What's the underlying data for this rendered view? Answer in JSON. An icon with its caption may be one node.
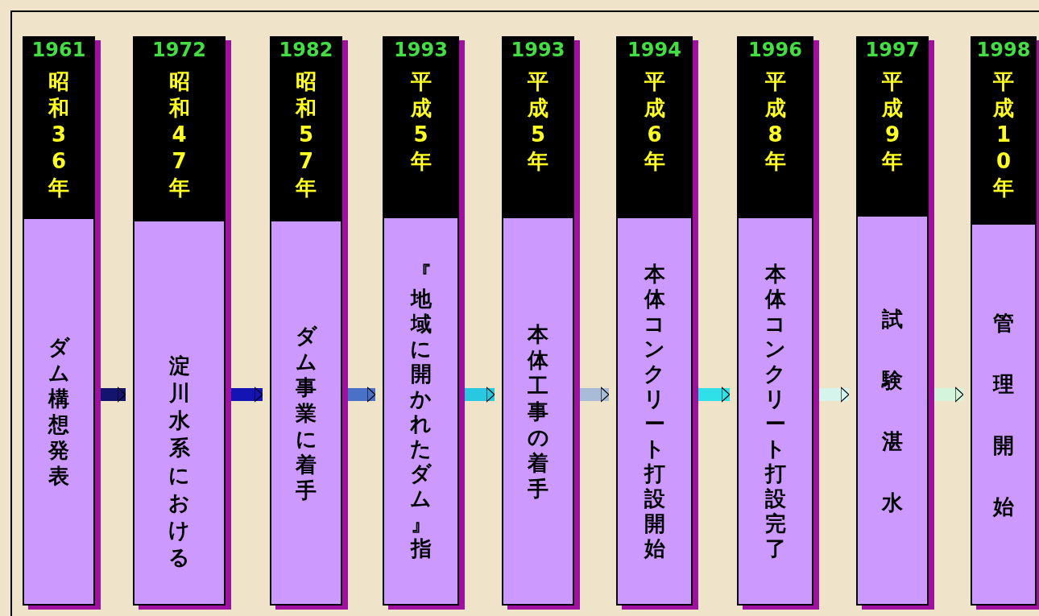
{
  "diagram": {
    "nodes": [
      {
        "text": [
          "1961",
          "昭和36年",
          "ダム構想発表"
        ]
      },
      {
        "text": [
          "1972",
          "昭和47年",
          "淀川水系における"
        ]
      },
      {
        "text": [
          "1982",
          "昭和57年",
          "ダム事業に着手"
        ]
      },
      {
        "text": [
          "1993",
          "平成5年",
          "『地域に開かれたダム』指"
        ]
      },
      {
        "text": [
          "1993",
          "平成5年",
          "本体工事の着手"
        ]
      },
      {
        "text": [
          "1994",
          "平成6年",
          "本体コンクリート打設開始"
        ]
      },
      {
        "text": [
          "1996",
          "平成8年",
          "本体コンクリート打設完了"
        ]
      },
      {
        "text": [
          "1997",
          "平成9年",
          "試験湛水"
        ]
      },
      {
        "text": [
          "1998",
          "平成10年",
          "管理開始"
        ]
      }
    ],
    "edges": [
      {
        "from": 0,
        "to": 1,
        "arrow": "to",
        "color": "#14146e"
      },
      {
        "from": 1,
        "to": 2,
        "arrow": "to",
        "color": "#1414b4"
      },
      {
        "from": 2,
        "to": 3,
        "arrow": "to",
        "color": "#4a70c8"
      },
      {
        "from": 3,
        "to": 4,
        "arrow": "to",
        "color": "#28c8e0"
      },
      {
        "from": 4,
        "to": 5,
        "arrow": "to",
        "color": "#a8bcd8"
      },
      {
        "from": 5,
        "to": 6,
        "arrow": "to",
        "color": "#30e0e8"
      },
      {
        "from": 6,
        "to": 7,
        "arrow": "to",
        "color": "#d4f4ec"
      },
      {
        "from": 7,
        "to": 8,
        "arrow": "to",
        "color": "#d4f4dc"
      }
    ]
  }
}
